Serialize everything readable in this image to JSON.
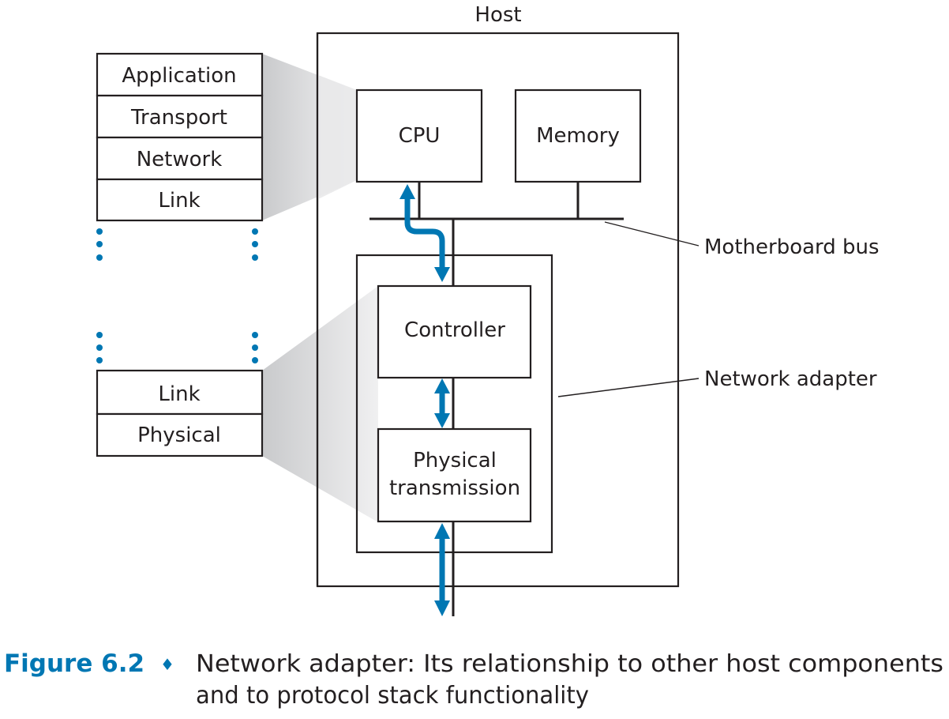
{
  "diagram": {
    "host_label": "Host",
    "upper_stack": {
      "layers": [
        "Application",
        "Transport",
        "Network",
        "Link"
      ]
    },
    "lower_stack": {
      "layers": [
        "Link",
        "Physical"
      ]
    },
    "components": {
      "cpu": "CPU",
      "memory": "Memory",
      "controller": "Controller",
      "physical_line1": "Physical",
      "physical_line2": "transmission"
    },
    "callouts": {
      "bus": "Motherboard bus",
      "adapter": "Network adapter"
    },
    "colors": {
      "accent": "#0077b3",
      "ink": "#231f20"
    }
  },
  "caption": {
    "figure_label": "Figure 6.2",
    "separator": "♦",
    "line1": "Network adapter: Its relationship to other host components",
    "line2": "and to protocol stack functionality"
  }
}
